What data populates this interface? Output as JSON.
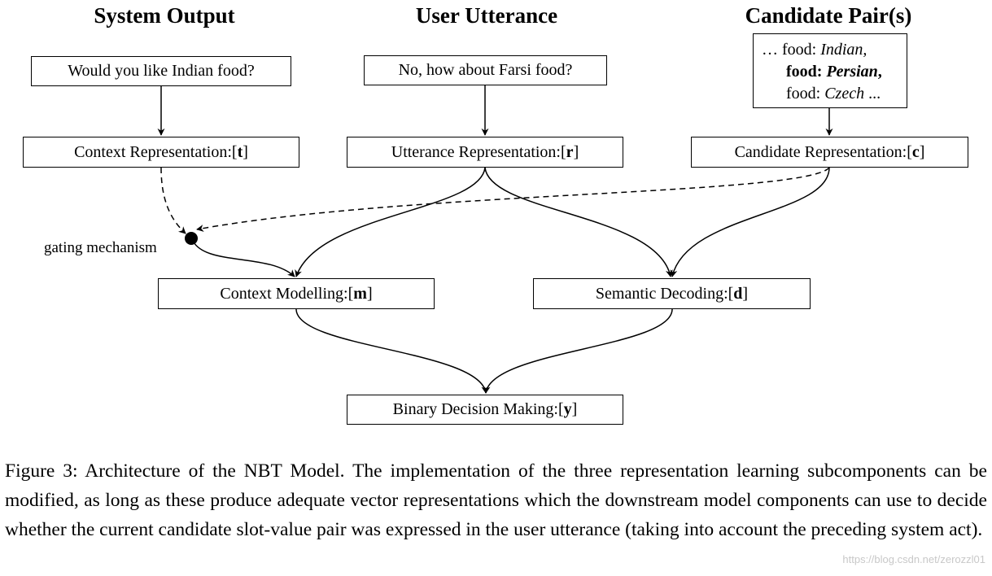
{
  "columns": {
    "system_output": "System Output",
    "user_utterance": "User Utterance",
    "candidate_pairs": "Candidate Pair(s)"
  },
  "inputs": {
    "system": "Would you like Indian food?",
    "user": "No, how about Farsi food?",
    "candidates": [
      {
        "prefix": "… food: ",
        "value": "Indian,",
        "bold": false
      },
      {
        "prefix": "food: ",
        "value": "Persian",
        "suffix": ",",
        "bold": true
      },
      {
        "prefix": "food: ",
        "value": "Czech",
        "suffix": " ...",
        "bold": false
      }
    ]
  },
  "representations": {
    "context": {
      "label": "Context Representation: ",
      "var": "t"
    },
    "utterance": {
      "label": "Utterance Representation: ",
      "var": "r"
    },
    "candidate": {
      "label": "Candidate Representation: ",
      "var": "c"
    }
  },
  "gating_label": "gating mechanism",
  "modules": {
    "context_modelling": {
      "label": "Context Modelling: ",
      "var": "m"
    },
    "semantic_decoding": {
      "label": "Semantic Decoding: ",
      "var": "d"
    }
  },
  "output": {
    "label": "Binary Decision Making: ",
    "var": "y"
  },
  "caption": "Figure 3: Architecture of the NBT Model. The implementation of the three representation learning subcomponents can be modified, as long as these produce adequate vector representations which the downstream model components can use to decide whether the current candidate slot-value pair was expressed in the user utterance (taking into account the preceding system act).",
  "watermark": "https://blog.csdn.net/zerozzl01"
}
